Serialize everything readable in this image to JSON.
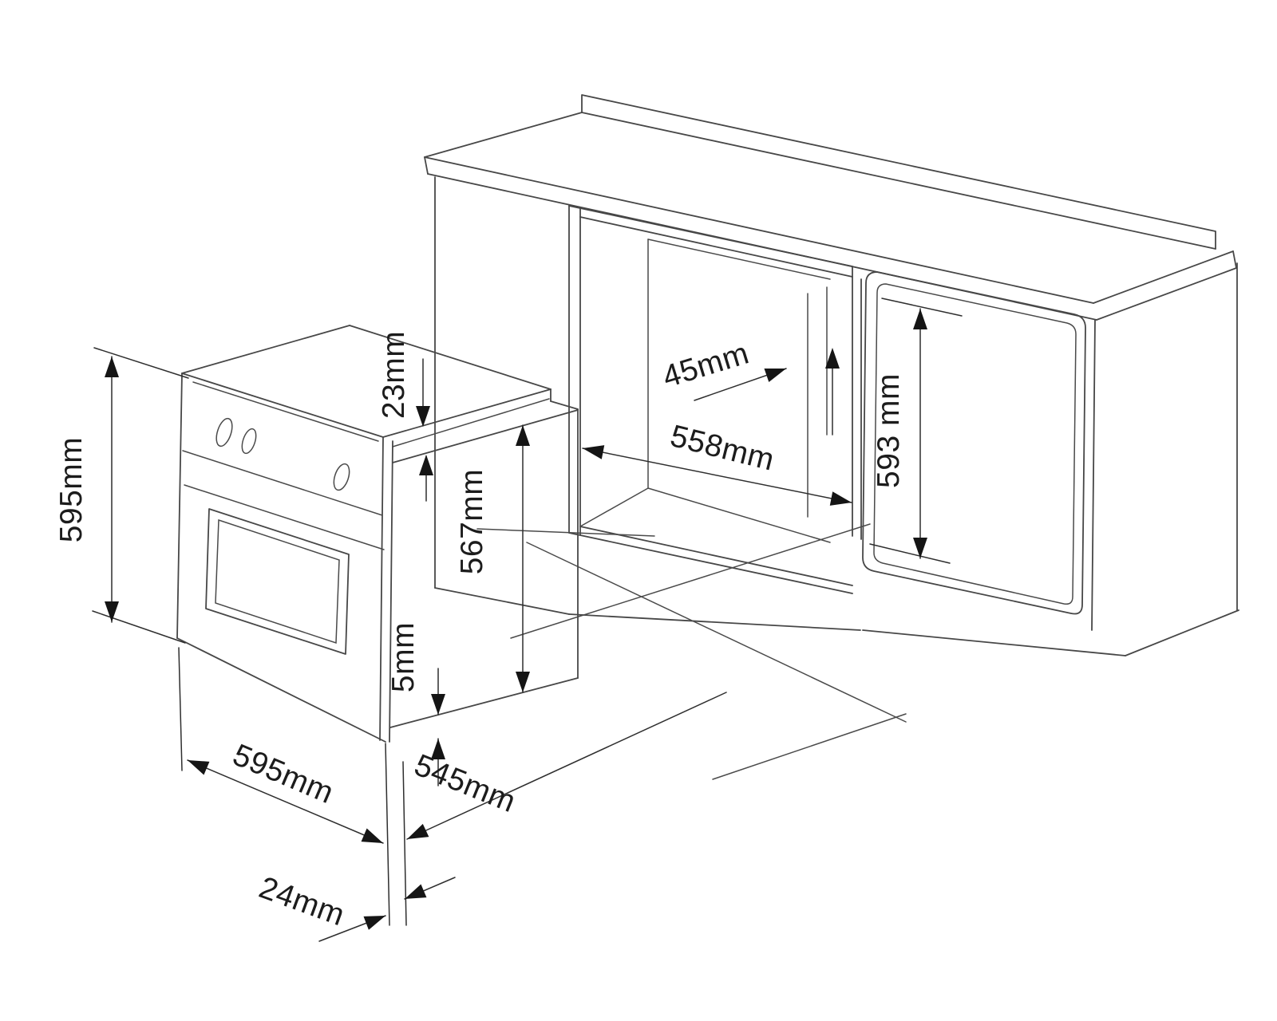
{
  "diagram": {
    "type": "technical-installation-drawing",
    "subject": "built-in oven and kitchen cabinet niche with installation dimensions",
    "unit": "mm",
    "labels": {
      "oven_front_height": "595mm",
      "top_frame_gap": "23mm",
      "oven_carcass_height": "567mm",
      "bottom_frame_gap": "5mm",
      "oven_front_width": "595mm",
      "oven_depth": "545mm",
      "front_overhang": "24mm",
      "rear_clearance": "45mm",
      "niche_width": "558mm",
      "niche_height": "593 mm"
    },
    "colors": {
      "background": "#ffffff",
      "line": "#474747",
      "dimension_line": "#2e2e2e",
      "text": "#1c1c1c",
      "arrow": "#151515"
    }
  }
}
